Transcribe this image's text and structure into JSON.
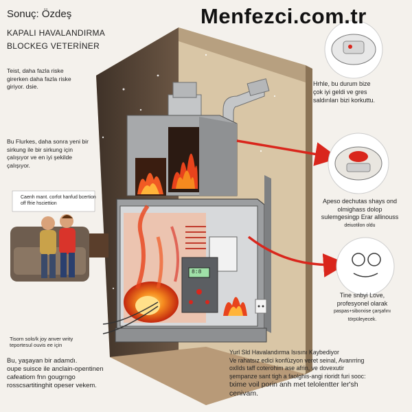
{
  "brand": "Menfezci.com.tr",
  "title": {
    "line1": "Sonuç: Özdeş",
    "line2": "KAPALI HAVALANDIRMA",
    "line3": "BLOCKEG VETERİNER"
  },
  "left_notes": {
    "note1": [
      "Teist, daha fazla riske",
      "girerken daha fazla riske",
      "giriyor. dsie."
    ],
    "note2": [
      "Bu Flurkes, daha sonra yeni bir",
      "sirkung ile bir sirkung için",
      "çalışıyor ve en iyi şekilde",
      "çalışıyor."
    ],
    "caption": [
      "Caenh mant. corfot hanfud bcertion",
      "off ffrie hsciettion"
    ],
    "note3": [
      "Tisorn solo/k joy anver writy",
      "teportesul ouvis ee için"
    ],
    "note4": [
      "Bu, yaşayan bir adamdı.",
      "oupe suisce ile anclain-opentinen",
      "cafeatiom fnn gougrngo",
      "rosscsartitinghit opeser vekem."
    ]
  },
  "right_notes": {
    "r1": [
      "Hrhle, bu durum bize",
      "çok iyi geldi ve gres",
      "saldırıları bizi korkuttu."
    ],
    "r2": [
      "Apeso dechutas shays ond",
      "olmighass dolop",
      "sulemgesingp Erar allinouss",
      "deiuotilon oldu"
    ],
    "r3_main": [
      "Tine snbyi Love,",
      "profesyonel olarak"
    ],
    "r3_small": [
      "paspas+siborxise çarşafını",
      "törpüleyecek."
    ]
  },
  "bottom_note": {
    "lines": [
      "Yurl Sld Havalandırma Isısını Kaybediyor",
      "Ve rahatsız edici konfüzyon veret seinal, Avanrring",
      "oxlIds taff coterohim ase afrin, ve dovexutir",
      "şempanze sant tigh a faolghis-angi rioridt furi sooc:"
    ],
    "big": [
      "txime voil porin anh met telolentter ler'sh",
      "cenivam."
    ]
  },
  "panel_readout": "8:8",
  "colors": {
    "background": "#f4f1ec",
    "wall": "#d9c6a6",
    "wall_shadow": "#5d4a38",
    "furnace": "#a7a9ab",
    "furnace_dark": "#7e8082",
    "fire": "#e8431c",
    "flame_orange": "#f58a1f",
    "arrow_red": "#d9261c",
    "duct": "#c4c6c8"
  },
  "icons": [
    "smoke-detector-icon",
    "co-detector-icon",
    "thermostat-icon",
    "person-figure-icon",
    "couch-icon",
    "outlet-icon"
  ]
}
